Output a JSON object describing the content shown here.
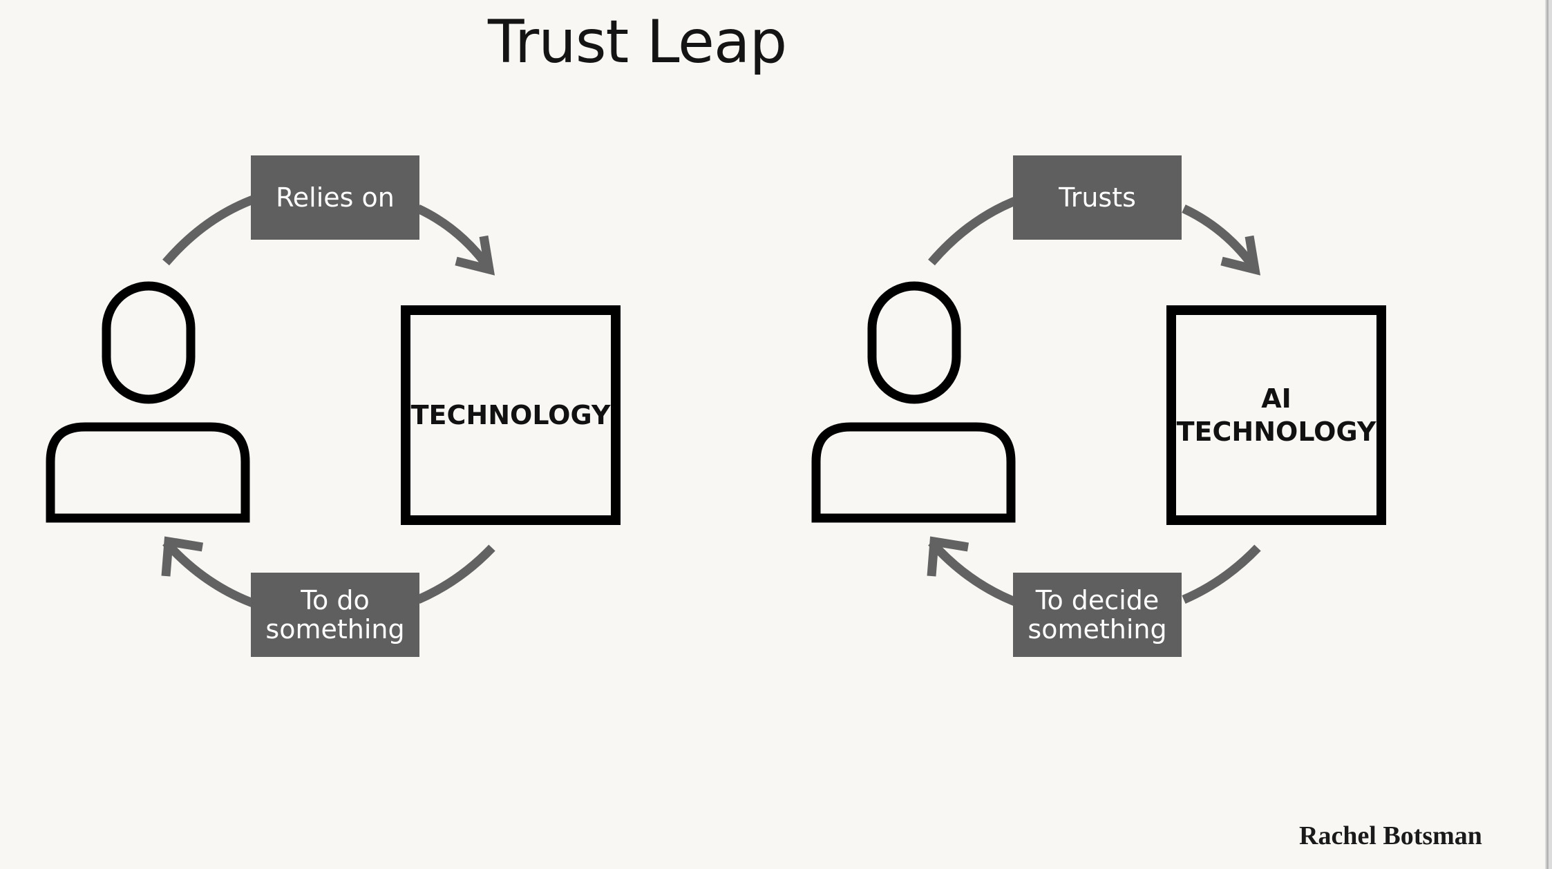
{
  "title": "Trust Leap",
  "colors": {
    "background": "#f8f7f3",
    "label_box": "#5f5f5f",
    "arrow": "#626262",
    "outline": "#000000"
  },
  "diagrams": [
    {
      "top_label": "Relies on",
      "bottom_label_lines": [
        "To do",
        "something"
      ],
      "box_lines": [
        "TECHNOLOGY"
      ],
      "person_icon": "person-icon"
    },
    {
      "top_label": "Trusts",
      "bottom_label_lines": [
        "To decide",
        "something"
      ],
      "box_lines": [
        "AI",
        "TECHNOLOGY"
      ],
      "person_icon": "person-icon"
    }
  ],
  "credit": "Rachel Botsman"
}
